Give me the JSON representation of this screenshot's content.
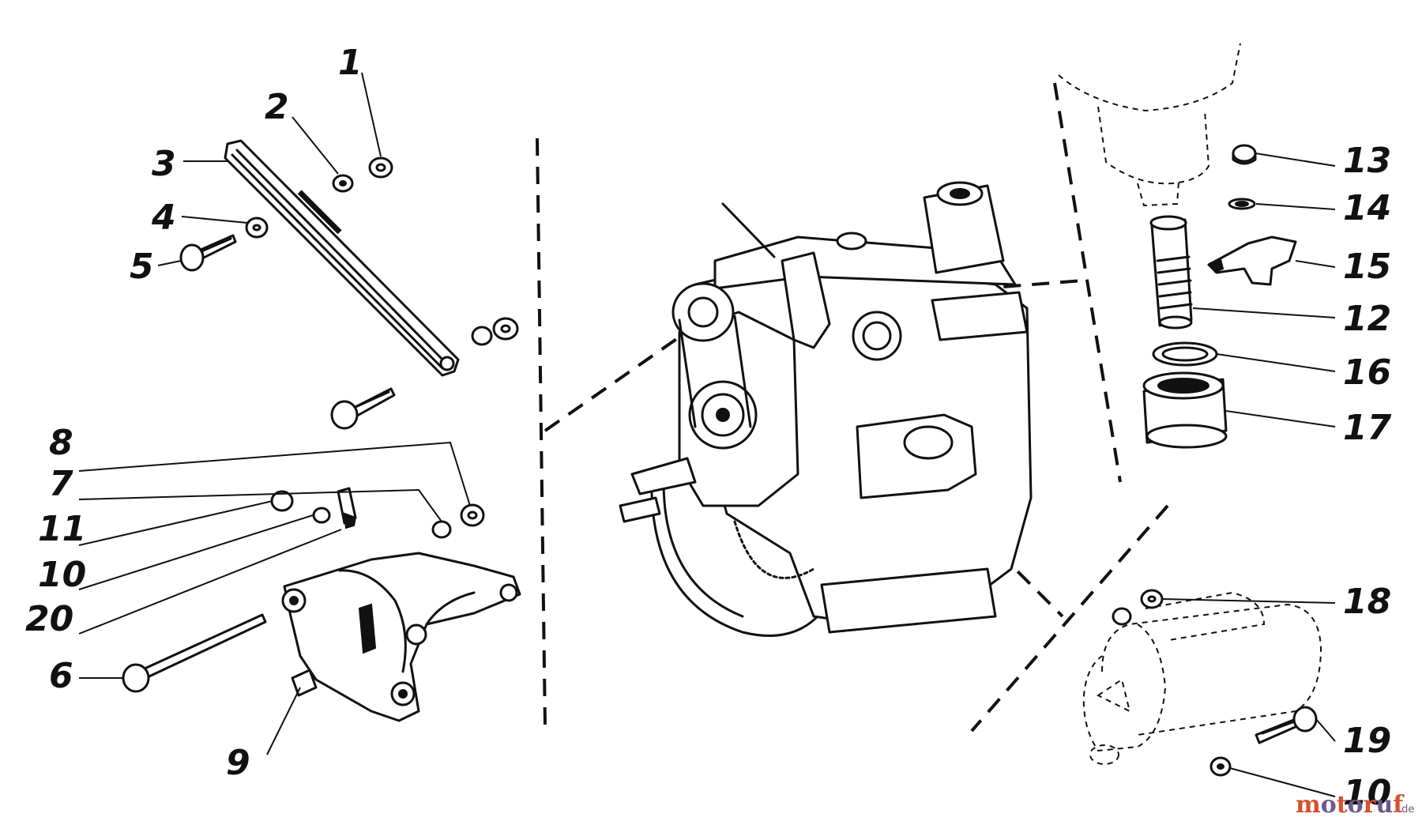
{
  "labels": {
    "p1": "1",
    "p2": "2",
    "p3": "3",
    "p4": "4",
    "p5": "5",
    "p6": "6",
    "p7": "7",
    "p8": "8",
    "p9": "9",
    "p10": "10",
    "p11": "11",
    "p12": "12",
    "p13": "13",
    "p14": "14",
    "p15": "15",
    "p16": "16",
    "p17": "17",
    "p18": "18",
    "p19": "19",
    "p20": "20",
    "p10b": "10"
  },
  "watermark": {
    "brand": "motoruf",
    "suffix": ".de"
  },
  "colors": {
    "ink": "#111111",
    "paper": "#ffffff"
  }
}
